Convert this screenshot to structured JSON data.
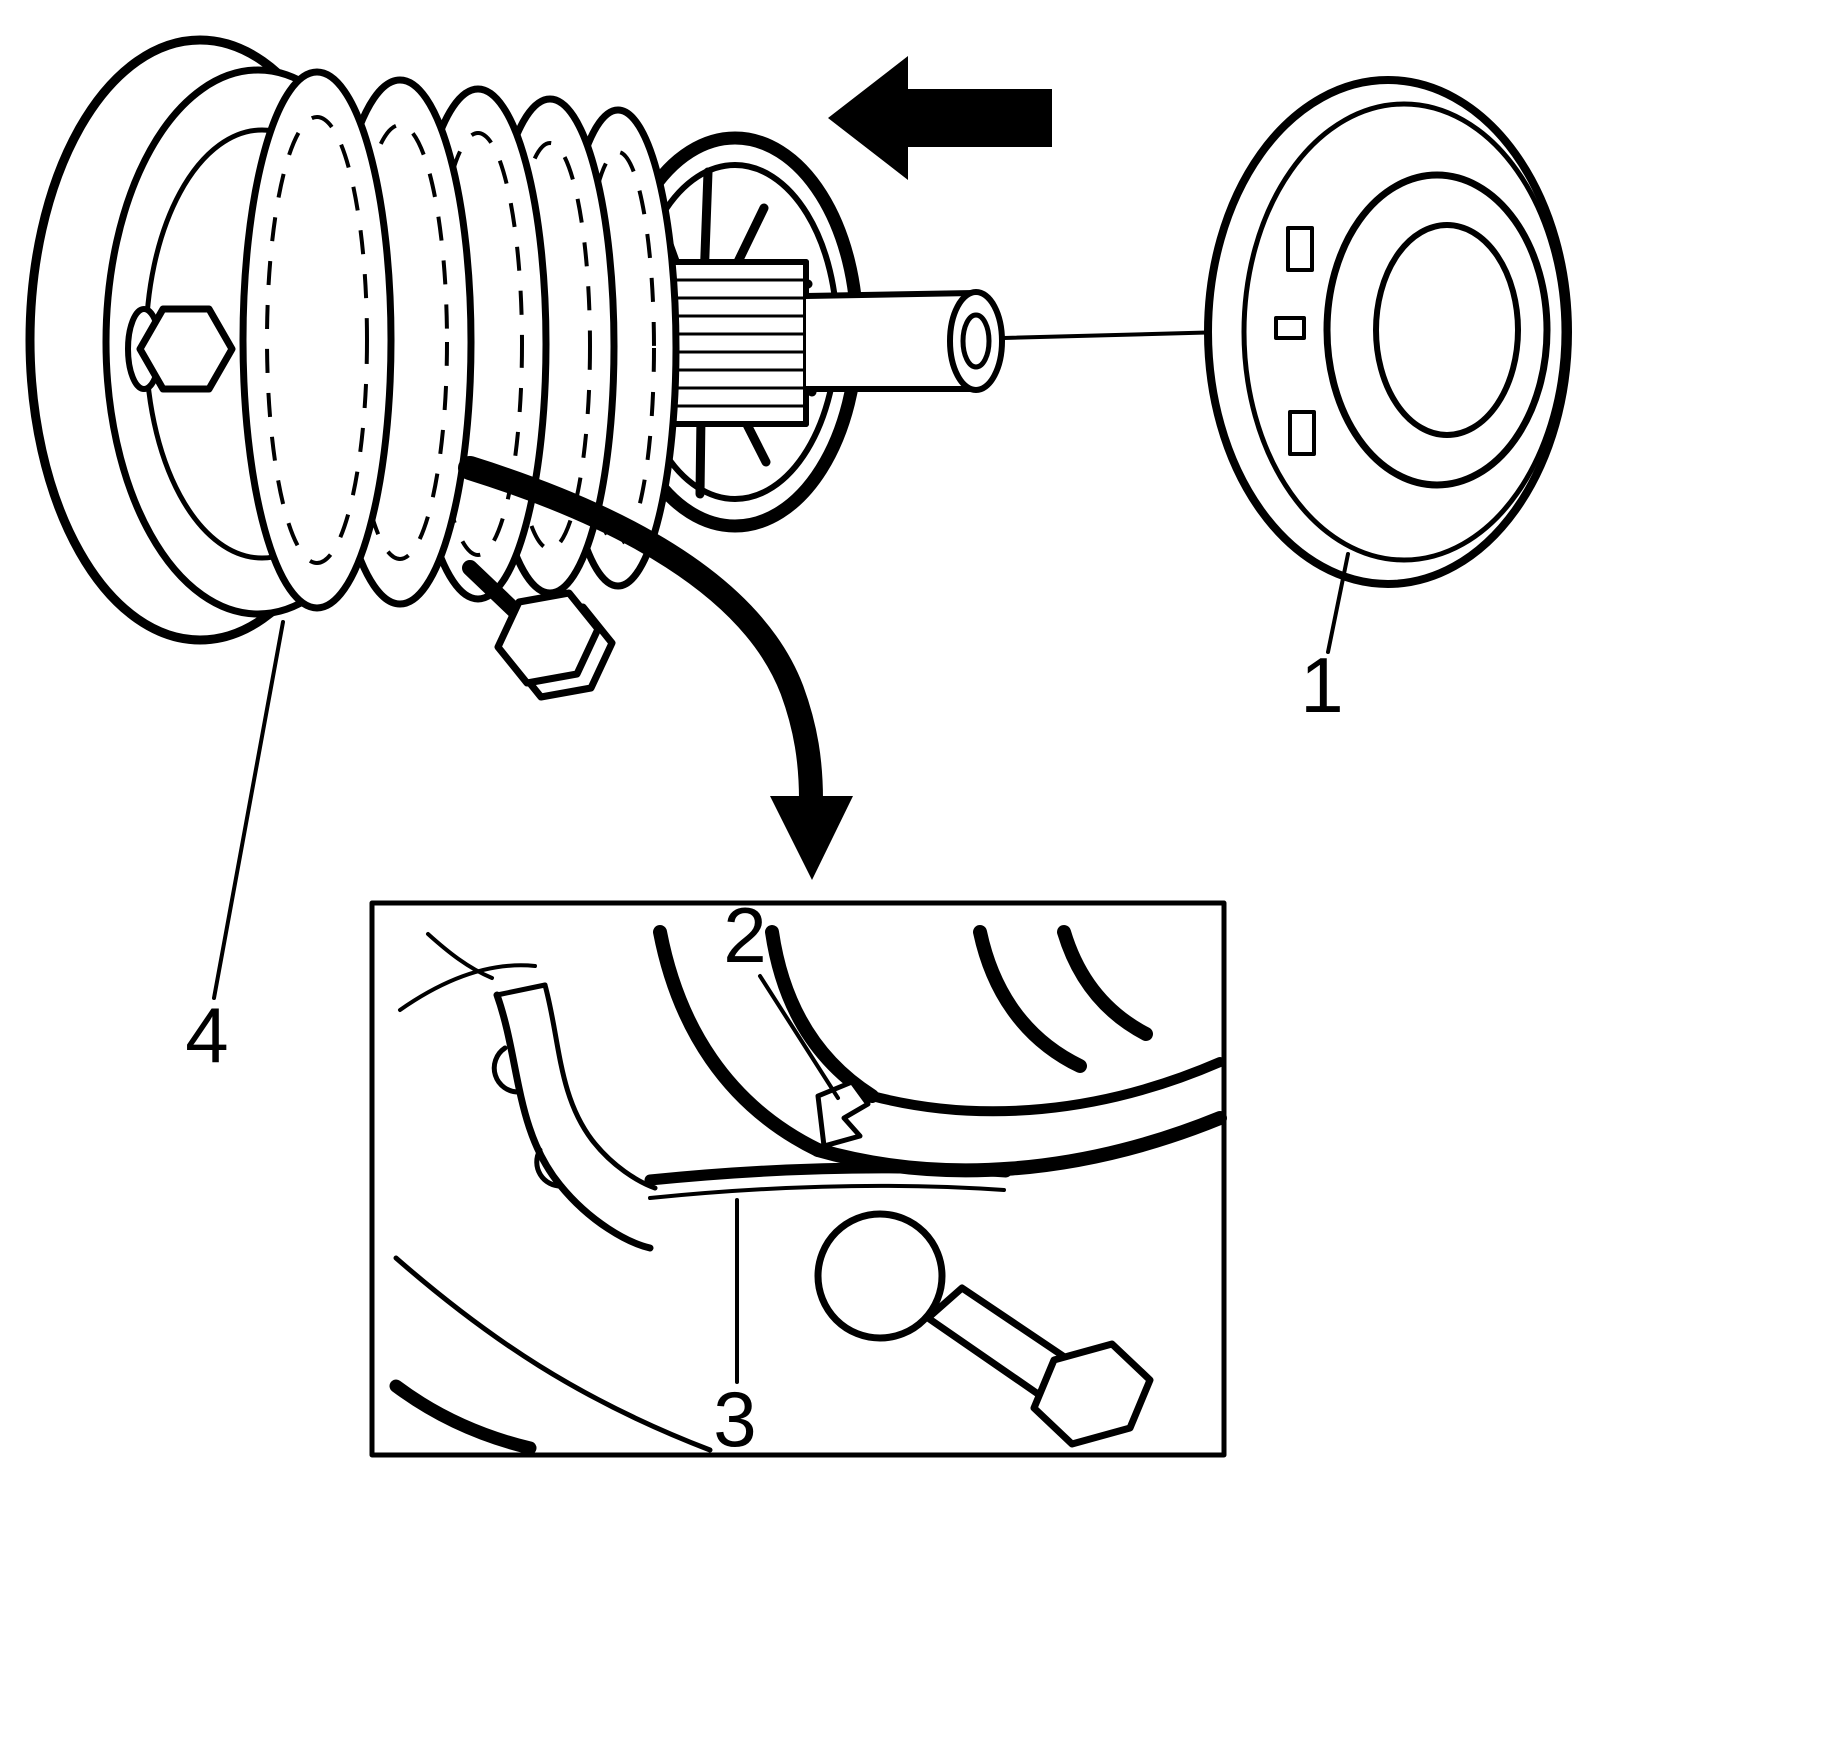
{
  "figure": {
    "background_color": "#ffffff",
    "line_color": "#000000",
    "callouts": [
      {
        "label": "1"
      },
      {
        "label": "2"
      },
      {
        "label": "3"
      },
      {
        "label": "4"
      }
    ],
    "icons": {
      "direction_arrow": "left-arrow-icon",
      "detail_arrow": "curved-down-arrow-icon"
    }
  }
}
